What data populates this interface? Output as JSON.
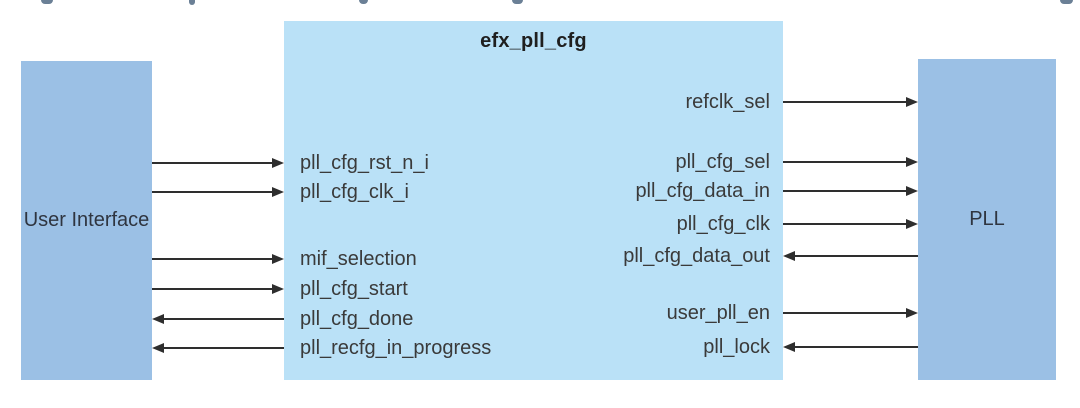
{
  "diagram": {
    "center_block": {
      "title": "efx_pll_cfg",
      "left_ports": [
        {
          "label": "pll_cfg_rst_n_i",
          "direction": "in"
        },
        {
          "label": "pll_cfg_clk_i",
          "direction": "in"
        },
        {
          "label": "mif_selection",
          "direction": "in"
        },
        {
          "label": "pll_cfg_start",
          "direction": "in"
        },
        {
          "label": "pll_cfg_done",
          "direction": "out"
        },
        {
          "label": "pll_recfg_in_progress",
          "direction": "out"
        }
      ],
      "right_ports": [
        {
          "label": "refclk_sel",
          "direction": "out"
        },
        {
          "label": "pll_cfg_sel",
          "direction": "out"
        },
        {
          "label": "pll_cfg_data_in",
          "direction": "out"
        },
        {
          "label": "pll_cfg_clk",
          "direction": "out"
        },
        {
          "label": "pll_cfg_data_out",
          "direction": "in"
        },
        {
          "label": "user_pll_en",
          "direction": "out"
        },
        {
          "label": "pll_lock",
          "direction": "in"
        }
      ]
    },
    "left_block": {
      "label": "User Interface"
    },
    "right_block": {
      "label": "PLL"
    }
  },
  "colors": {
    "center_fill": "#BAE1F7",
    "side_fill": "#9BC0E5",
    "arrow": "#2e2e2e"
  }
}
